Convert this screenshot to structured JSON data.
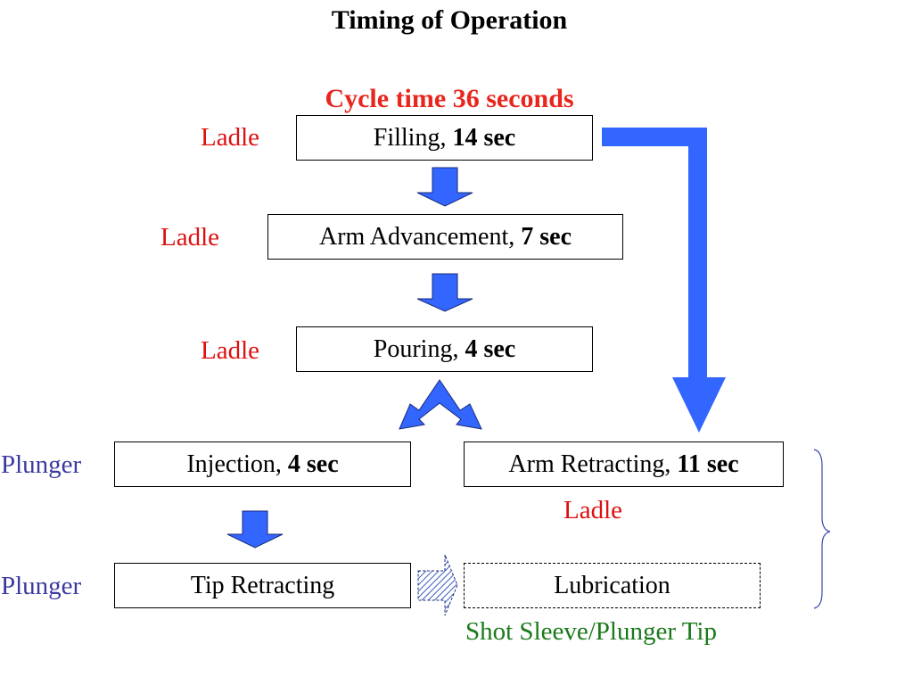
{
  "title": "Timing of Operation",
  "cycle_time": "Cycle time 36 seconds",
  "colors": {
    "red": "#e8261d",
    "ladle_red": "#dd1111",
    "plunger_blue": "#3a3aa0",
    "green": "#1a7a1a",
    "arrow_blue": "#3366ff",
    "arrow_outline": "#1a2a7a"
  },
  "steps": {
    "filling": {
      "name": "Filling,",
      "time": "14 sec"
    },
    "arm_advancement": {
      "name": "Arm Advancement,",
      "time": "7 sec"
    },
    "pouring": {
      "name": "Pouring,",
      "time": "4 sec"
    },
    "injection": {
      "name": "Injection,",
      "time": "4 sec"
    },
    "arm_retracting": {
      "name": "Arm Retracting,",
      "time": "11 sec"
    },
    "tip_retracting": {
      "name": "Tip Retracting"
    },
    "lubrication": {
      "name": "Lubrication"
    }
  },
  "labels": {
    "ladle": "Ladle",
    "plunger": "Plunger",
    "shot_sleeve": "Shot Sleeve/Plunger Tip"
  }
}
